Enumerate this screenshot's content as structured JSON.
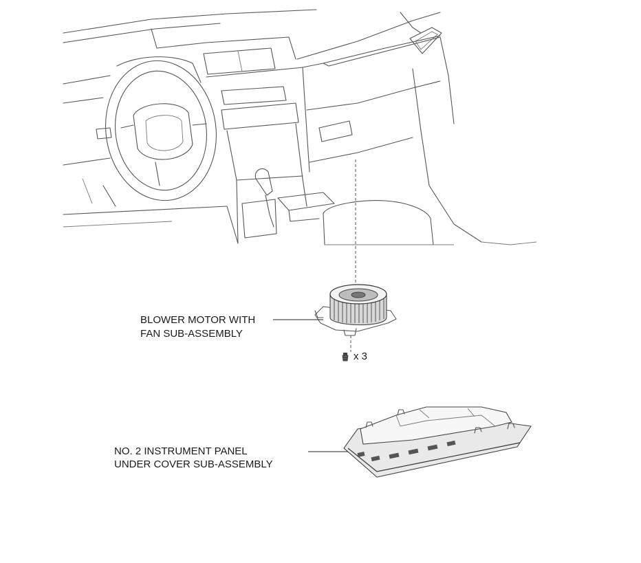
{
  "callouts": {
    "blower_line1": "BLOWER MOTOR WITH",
    "blower_line2": "FAN SUB-ASSEMBLY",
    "screw_count": "x 3",
    "panel_line1": "NO. 2 INSTRUMENT PANEL",
    "panel_line2": "UNDER COVER SUB-ASSEMBLY"
  }
}
